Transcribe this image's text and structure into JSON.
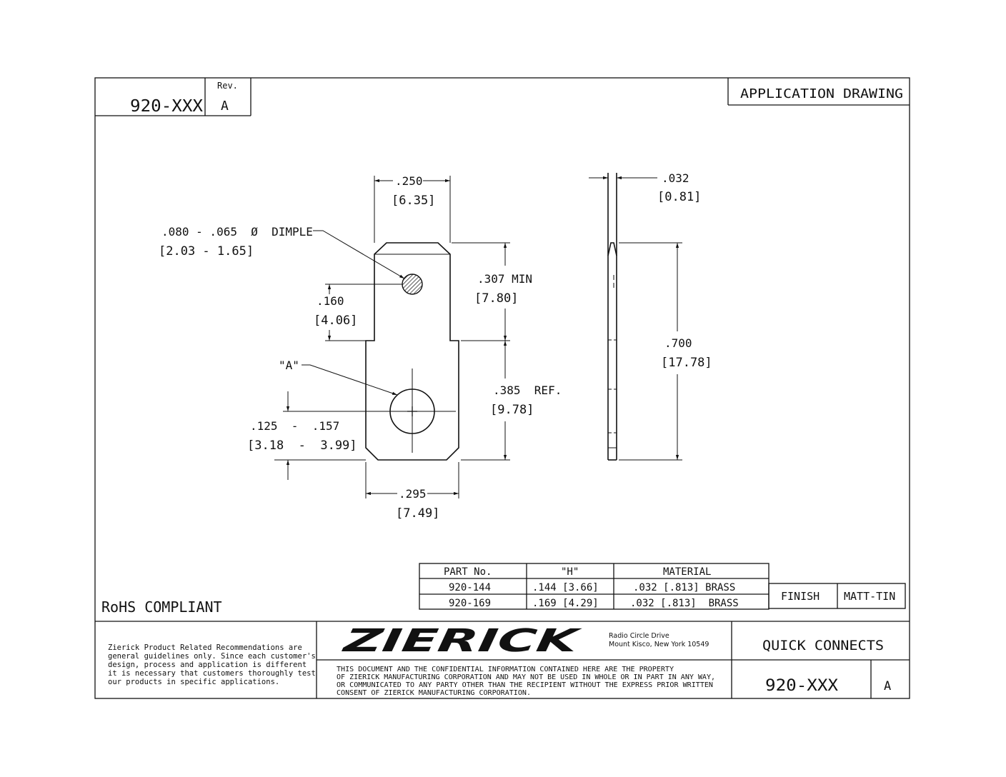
{
  "title_block": {
    "part_number": "920-XXX",
    "rev_label": "Rev.",
    "rev": "A",
    "drawing_type": "APPLICATION DRAWING"
  },
  "dimensions": {
    "width_top": ".250",
    "width_top_mm": "[6.35]",
    "dimple": ".080 - .065  Ø  DIMPLE",
    "dimple_mm": "[2.03 - 1.65]",
    "dimple_pos": ".160",
    "dimple_pos_mm": "[4.06]",
    "tab_len": ".307 MIN",
    "tab_len_mm": "[7.80]",
    "ref_len": ".385  REF.",
    "ref_len_mm": "[9.78]",
    "hole_label": "\"A\"",
    "hole_dia": ".125  -  .157",
    "hole_dia_mm": "[3.18  -  3.99]",
    "width_bottom": ".295",
    "width_bottom_mm": "[7.49]",
    "thickness": ".032",
    "thickness_mm": "[0.81]",
    "total_len": ".700",
    "total_len_mm": "[17.78]"
  },
  "parts_table": {
    "headers": [
      "PART No.",
      "\"H\"",
      "MATERIAL"
    ],
    "rows": [
      [
        "920-144",
        ".144 [3.66]",
        ".032 [.813] BRASS"
      ],
      [
        "920-169",
        ".169 [4.29]",
        ".032 [.813]  BRASS"
      ]
    ]
  },
  "finish": {
    "label": "FINISH",
    "value": "MATT-TIN"
  },
  "rohs": "RoHS COMPLIANT",
  "footer": {
    "disclaimer": [
      "Zierick Product Related Recommendations are",
      "general guidelines only. Since each customer's",
      "design, process and application is different",
      "it is necessary that customers thoroughly test",
      "our products in specific applications."
    ],
    "logo": "ZIERICK",
    "address_line1": "Radio Circle Drive",
    "address_line2": "Mount Kisco, New York 10549",
    "confidential": [
      "THIS DOCUMENT AND THE CONFIDENTIAL INFORMATION CONTAINED HERE ARE THE PROPERTY",
      "OF ZIERICK MANUFACTURING CORPORATION AND MAY NOT BE USED IN WHOLE OR IN PART IN ANY WAY,",
      "OR COMMUNICATED TO ANY PARTY OTHER THAN THE RECIPIENT WITHOUT THE EXPRESS PRIOR WRITTEN",
      "CONSENT OF ZIERICK MANUFACTURING CORPORATION."
    ],
    "product_family": "QUICK CONNECTS",
    "part_number": "920-XXX",
    "rev": "A"
  }
}
